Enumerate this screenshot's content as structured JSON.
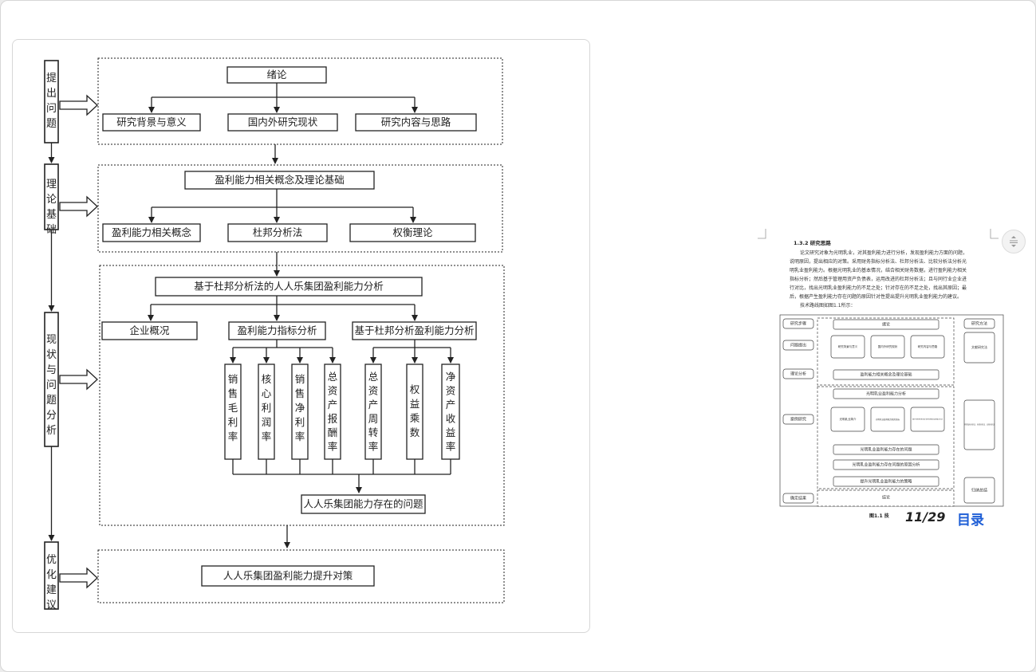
{
  "diagram": {
    "stages": [
      {
        "id": "s1",
        "text": "提出问题"
      },
      {
        "id": "s2",
        "text": "理论基础"
      },
      {
        "id": "s3",
        "text": "现状与问题分析"
      },
      {
        "id": "s4",
        "text": "优化建议"
      }
    ],
    "section1": {
      "title": "绪论",
      "children": [
        "研究背景与意义",
        "国内外研究现状",
        "研究内容与思路"
      ]
    },
    "section2": {
      "title": "盈利能力相关概念及理论基础",
      "children": [
        "盈利能力相关概念",
        "杜邦分析法",
        "权衡理论"
      ]
    },
    "section3": {
      "title": "基于杜邦分析法的人人乐集团盈利能力分析",
      "children": [
        "企业概况",
        "盈利能力指标分析",
        "基于杜邦分析盈利能力分析"
      ],
      "indicators_a": [
        "销售毛利率",
        "核心利润率",
        "销售净利率",
        "总资产报酬率"
      ],
      "indicators_b": [
        "总资产周转率",
        "权益乘数",
        "净资产收益率"
      ],
      "problem": "人人乐集团能力存在的问题"
    },
    "section4": {
      "title": "人人乐集团盈利能力提升对策"
    }
  },
  "thumbnail": {
    "heading": "1.3.2 研究思路",
    "paragraph": [
      "论文研究对象为光明乳业，对其盈利能力进行分析，发现盈利能力方面的问题，",
      "说明原因，提出相应的对策。采用财务指标分析法、杜邦分析法、比较分析法分析光",
      "明乳业盈利能力。根据光明乳业的基本情况，结合相关财务数据，进行盈利能力相关",
      "指标分析；然后基于管理用资产负债表，运用改进的杜邦分析法；且与同行业企业进",
      "行对比，找出光明乳业盈利能力的不足之处；针对存在的不足之处，找出其原因；最",
      "后，根据产生盈利能力存在问题的原因针对性提出提升光明乳业盈利能力的建议。",
      "技术路线图如图1.1所示："
    ],
    "left_labels": [
      "研究步骤",
      "问题提出",
      "理论分析",
      "案例研究",
      "确定结果"
    ],
    "right_labels": [
      "研究方法",
      "文献研究法",
      "财务指标分析法、杜邦分析法、比较分析法",
      "归纳总结"
    ],
    "center_top": "绪论",
    "center_row1": [
      "研究背景与意义",
      "国内外研究现状",
      "研究内容与思路"
    ],
    "center_theory": "盈利能力相关概念及理论基础",
    "center_analysis": "光明乳业盈利能力分析",
    "center_row2": [
      "光明乳业简介",
      "光明乳业盈利能力相关指标",
      "基于改进的杜邦分析法的光明乳业盈利能力分析"
    ],
    "center_problem": "光明乳业盈利能力存在的问题",
    "center_cause": "光明乳业盈利能力存在问题的原因分析",
    "center_strategy": "提升光明乳业盈利能力的策略",
    "center_conclusion": "结论",
    "caption": "图1.1 技"
  },
  "page_counter": "11/29",
  "toc_label": "目录"
}
